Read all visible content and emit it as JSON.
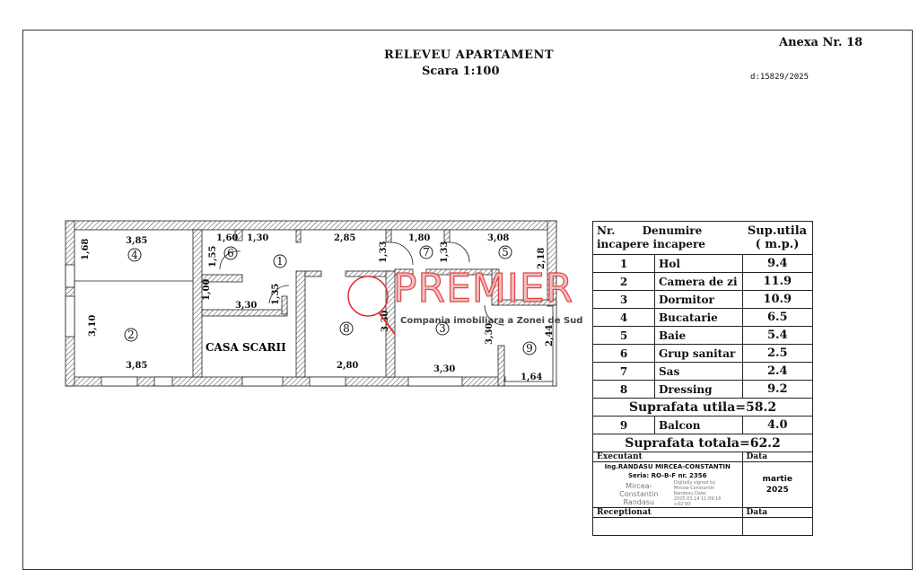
{
  "header": {
    "title": "RELEVEU APARTAMENT",
    "scale": "Scara 1:100",
    "annex": "Anexa Nr. 18",
    "doc_number": "d:15829/2025"
  },
  "plan": {
    "dimensions": [
      "3,85",
      "1,68",
      "3,10",
      "3,85",
      "1,60",
      "1,55",
      "1,30",
      "2,85",
      "1,33",
      "1,80",
      "1,33",
      "3,08",
      "2,18",
      "1,00",
      "3,30",
      "1,35",
      "3,30",
      "2,80",
      "3,30",
      "3,30",
      "2,44",
      "1,64"
    ],
    "room_numbers": [
      "1",
      "2",
      "3",
      "4",
      "5",
      "6",
      "7",
      "8",
      "9"
    ],
    "stairwell_label": "CASA SCARII"
  },
  "watermark": {
    "brand": "PREMIER",
    "tagline": "Compania imobiliara a Zonei de Sud"
  },
  "table": {
    "head": {
      "nr": "Nr.",
      "nr2": "incapere",
      "name": "Denumire",
      "name2": "incapere",
      "area": "Sup.utila",
      "area2": "( m.p.)"
    },
    "rows": [
      {
        "nr": "1",
        "name": "Hol",
        "area": "9.4"
      },
      {
        "nr": "2",
        "name": "Camera de zi",
        "area": "11.9"
      },
      {
        "nr": "3",
        "name": "Dormitor",
        "area": "10.9"
      },
      {
        "nr": "4",
        "name": "Bucatarie",
        "area": "6.5"
      },
      {
        "nr": "5",
        "name": "Baie",
        "area": "5.4"
      },
      {
        "nr": "6",
        "name": "Grup sanitar",
        "area": "2.5"
      },
      {
        "nr": "7",
        "name": "Sas",
        "area": "2.4"
      },
      {
        "nr": "8",
        "name": "Dressing",
        "area": "9.2"
      }
    ],
    "useful_total": "Suprafata utila=58.2",
    "balcony": {
      "nr": "9",
      "name": "Balcon",
      "area": "4.0"
    },
    "grand_total": "Suprafata totala=62.2"
  },
  "signoff": {
    "executant_label": "Executant",
    "date_label": "Data",
    "engineer": "Ing.RANDASU MIRCEA-CONSTANTIN",
    "series": "Seria: RO-B-F nr. 2356",
    "signer": "Mircea-Constantin Randasu",
    "digital_sig": "Digitally signed by Mircea-Constantin Randasu Date: 2025.03.14 11:09:16 +02'00'",
    "date": "martie",
    "year": "2025",
    "receptionat_label": "Receptionat",
    "date_label2": "Data"
  }
}
